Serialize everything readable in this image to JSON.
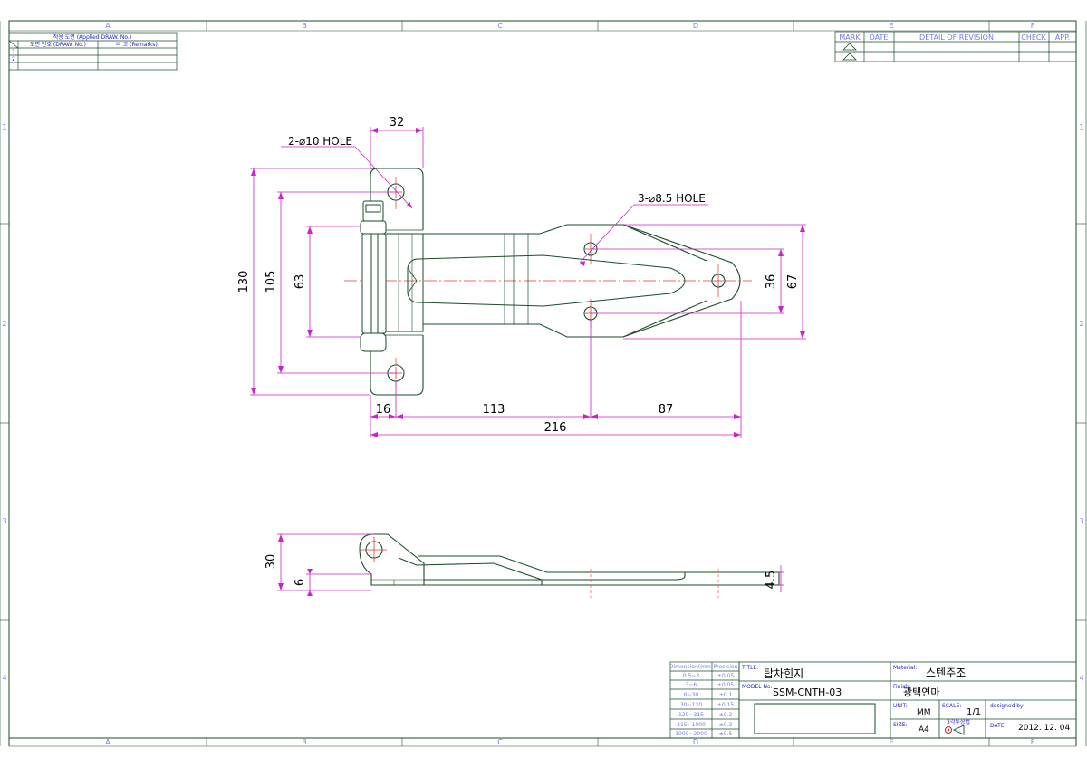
{
  "frame": {
    "columns": [
      "A",
      "B",
      "C",
      "D",
      "E",
      "F"
    ],
    "rows": [
      "1",
      "2",
      "3",
      "4"
    ]
  },
  "applied_table": {
    "title": "적용 도면 (Applied DRAW. No.)",
    "col1": "도면 번호 (DRAW. No.)",
    "col2": "비 고 (Remarks)",
    "rows": [
      "1",
      "2"
    ]
  },
  "revision_table": {
    "headers": [
      "MARK",
      "DATE",
      "DETAIL OF REVISION",
      "CHECK",
      "APP."
    ]
  },
  "callouts": {
    "hole10": "2-⌀10 HOLE",
    "hole85": "3-⌀8.5 HOLE"
  },
  "dimensions": {
    "top_width": "32",
    "h130": "130",
    "h105": "105",
    "h63": "63",
    "h36": "36",
    "h67": "67",
    "w16": "16",
    "w113": "113",
    "w87": "87",
    "w216": "216",
    "side_h30": "30",
    "side_h6": "6",
    "side_t45": "4.5"
  },
  "tolerance_table": {
    "header_dim": "Dimension(mm)",
    "header_prec": "Precision",
    "rows": [
      [
        "0.5~3",
        "±0.05"
      ],
      [
        "3~6",
        "±0.05"
      ],
      [
        "6~30",
        "±0.1"
      ],
      [
        "30~120",
        "±0.15"
      ],
      [
        "120~315",
        "±0.2"
      ],
      [
        "315~1000",
        "±0.3"
      ],
      [
        "1000~2000",
        "±0.5"
      ]
    ]
  },
  "title_block": {
    "title_label": "TITLE:",
    "title": "탑차힌지",
    "model_label": "MODEL No.",
    "model": "SSM-CNTH-03",
    "material_label": "Material:",
    "material": "스텐주조",
    "finish_label": "Finish:",
    "finish": "광택연마",
    "unit_label": "UNIT:",
    "unit": "MM",
    "scale_label": "SCALE:",
    "scale": "1/1",
    "designed_label": "designed by:",
    "size_label": "SIZE:",
    "size": "A4",
    "projection_label": "3각투상법",
    "date_label": "DATE:",
    "date": "2012. 12. 04"
  },
  "colors": {
    "outline": "#1a4d2a",
    "dimension": "#cc22cc",
    "centerline": "#ee3333",
    "table": "#1a4d2a"
  }
}
